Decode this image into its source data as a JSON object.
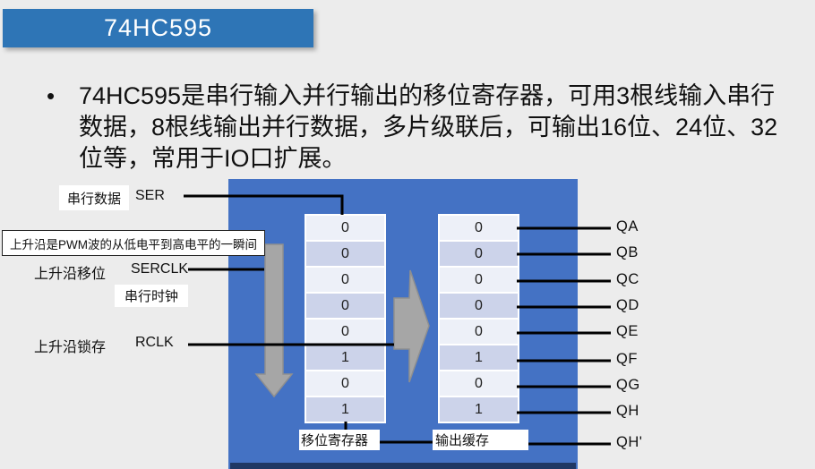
{
  "slide": {
    "title": "74HC595",
    "bullet": {
      "marker": "•",
      "text": "74HC595是串行输入并行输出的移位寄存器，可用3根线输入串行数据，8根线输出并行数据，多片级联后，可输出16位、24位、32位等，常用于IO口扩展。"
    }
  },
  "diagram": {
    "labels": {
      "serial_data": "串行数据",
      "ser": "SER",
      "pwm_note": "上升沿是PWM波的从低电平到高电平的一瞬间",
      "rising_shift": "上升沿移位",
      "serclk": "SERCLK",
      "serial_clock": "串行时钟",
      "rising_latch": "上升沿锁存",
      "rclk": "RCLK",
      "shift_register_caption": "移位寄存器",
      "output_buffer_caption": "输出缓存"
    },
    "shift_register_bits": [
      "0",
      "0",
      "0",
      "0",
      "0",
      "1",
      "0",
      "1"
    ],
    "output_buffer_bits": [
      "0",
      "0",
      "0",
      "0",
      "0",
      "1",
      "0",
      "1"
    ],
    "outputs": [
      "QA",
      "QB",
      "QC",
      "QD",
      "QE",
      "QF",
      "QG",
      "QH",
      "QH'"
    ],
    "colors": {
      "background": "#ececec",
      "header_blue": "#2e75b6",
      "panel_blue": "#4472c4",
      "panel_footer": "#1f3864",
      "cell_light": "#edf0f8",
      "cell_shaded": "#ccd3ea",
      "arrow_gray": "#a6a6a6",
      "wire_black": "#000000"
    }
  }
}
